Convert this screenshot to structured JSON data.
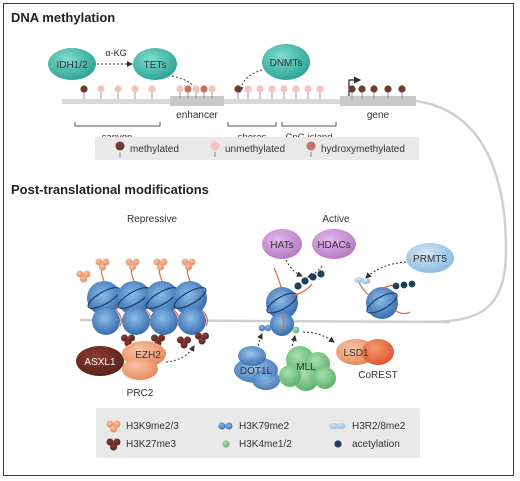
{
  "section_titles": {
    "dna_methylation": "DNA methylation",
    "ptm": "Post-translational modifications"
  },
  "dna": {
    "idh": "IDH1/2",
    "akg": "α-KG",
    "tets": "TETs",
    "dnmts": "DNMTs",
    "enhancer": "enhancer",
    "gene": "gene",
    "canyon": "canyon",
    "shores": "shores",
    "cpg_island": "CpG island"
  },
  "dna_legend": {
    "methylated": "methylated",
    "unmethylated": "unmethylated",
    "hydroxymethylated": "hydroxymethylated"
  },
  "ptm": {
    "repressive": "Repressive",
    "active": "Active",
    "hats": "HATs",
    "hdacs": "HDACs",
    "prmt5": "PRMT5",
    "asxl1": "ASXL1",
    "ezh2": "EZH2",
    "prc2": "PRC2",
    "dot1l": "DOT1L",
    "mll": "MLL",
    "lsd1": "LSD1",
    "corest": "CoREST"
  },
  "ptm_legend": {
    "h3k9": "H3K9me2/3",
    "h3k27": "H3K27me3",
    "h3k79": "H3K79me2",
    "h3k4": "H3K4me1/2",
    "h3r2": "H3R2/8me2",
    "acetylation": "acetylation"
  },
  "colors": {
    "teal": "#3fb8a8",
    "violet": "#c98bd6",
    "light_blue": "#a9cdea",
    "salmon": "#f0a07a",
    "maroon": "#6b2a22",
    "blue_nuc": "#3d74b7",
    "green": "#6cbf7a",
    "orange_red": "#e8643a"
  }
}
